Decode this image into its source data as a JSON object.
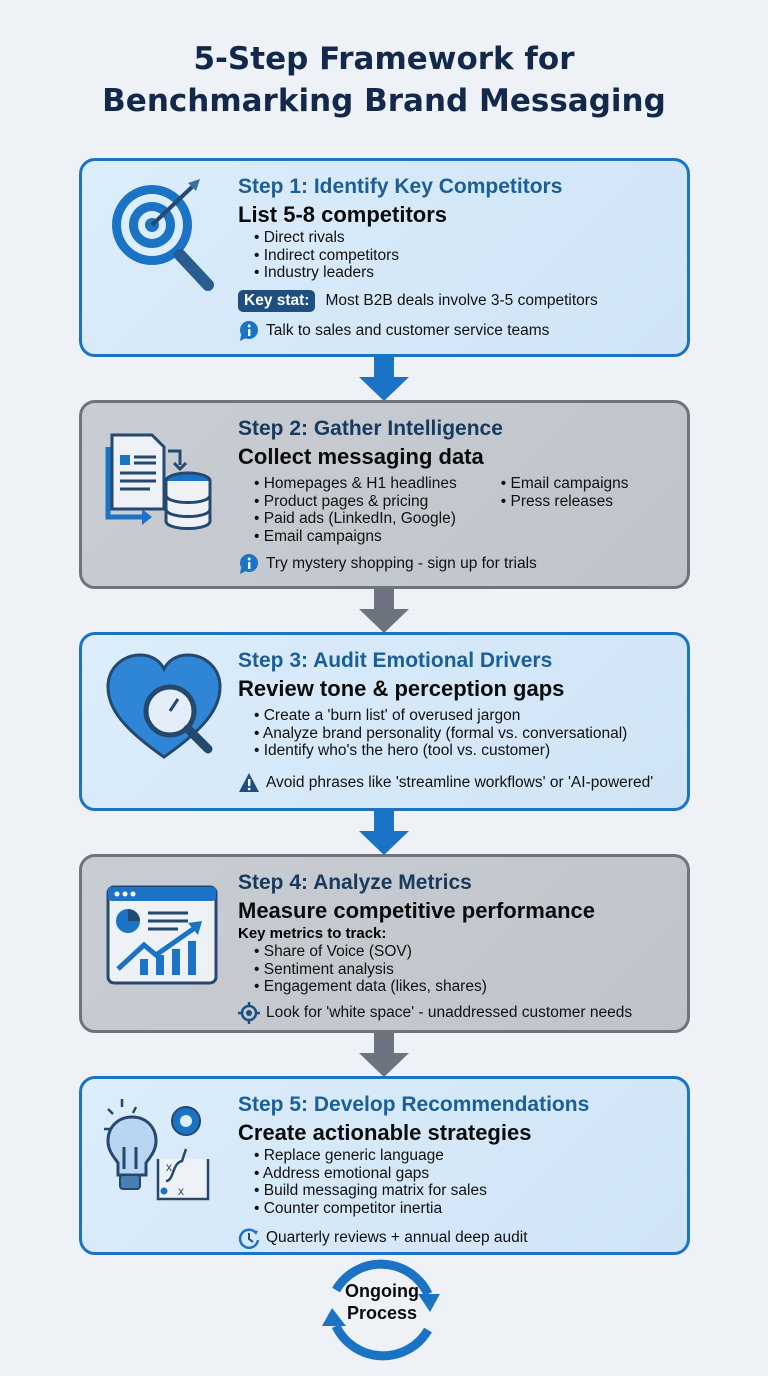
{
  "title_line1": "5-Step Framework for",
  "title_line2": "Benchmarking Brand Messaging",
  "steps": [
    {
      "title": "Step 1: Identify Key Competitors",
      "subtitle": "List 5-8 competitors",
      "bullets": [
        "Direct rivals",
        "Indirect competitors",
        "Industry leaders"
      ],
      "stat_label": "Key stat:",
      "stat_text": "Most B2B deals involve 3-5 competitors",
      "note": "Talk to sales and customer service teams",
      "icon": "target-magnifier-icon"
    },
    {
      "title": "Step 2: Gather Intelligence",
      "subtitle": "Collect messaging data",
      "bullets": [
        "Homepages & H1 headlines",
        "Product pages & pricing",
        "Paid ads (LinkedIn, Google)",
        "Email campaigns"
      ],
      "bullets_col2": [
        "Email campaigns",
        "Press releases"
      ],
      "note": "Try mystery shopping - sign up for trials",
      "icon": "document-database-icon"
    },
    {
      "title": "Step 3: Audit Emotional Drivers",
      "subtitle": "Review tone & perception gaps",
      "bullets": [
        "Create a 'burn list' of overused jargon",
        "Analyze brand personality (formal vs. conversational)",
        "Identify who's the hero (tool vs. customer)"
      ],
      "note": "Avoid phrases like 'streamline workflows' or 'AI-powered'",
      "icon": "heart-gauge-icon"
    },
    {
      "title": "Step 4: Analyze Metrics",
      "subtitle": "Measure competitive performance",
      "metrics_label": "Key metrics to track:",
      "bullets": [
        "Share of Voice (SOV)",
        "Sentiment analysis",
        "Engagement data (likes, shares)"
      ],
      "note": "Look for 'white space' - unaddressed customer needs",
      "icon": "dashboard-chart-icon"
    },
    {
      "title": "Step 5: Develop Recommendations",
      "subtitle": "Create actionable strategies",
      "bullets": [
        "Replace generic language",
        "Address emotional gaps",
        "Build messaging matrix for sales",
        "Counter competitor inertia"
      ],
      "note": "Quarterly reviews + annual deep audit",
      "icon": "lightbulb-gear-icon"
    }
  ],
  "cycle_line1": "Ongoing",
  "cycle_line2": "Process",
  "colors": {
    "blue": "#1a73c4",
    "gray": "#6d7480",
    "navy": "#13294b"
  }
}
